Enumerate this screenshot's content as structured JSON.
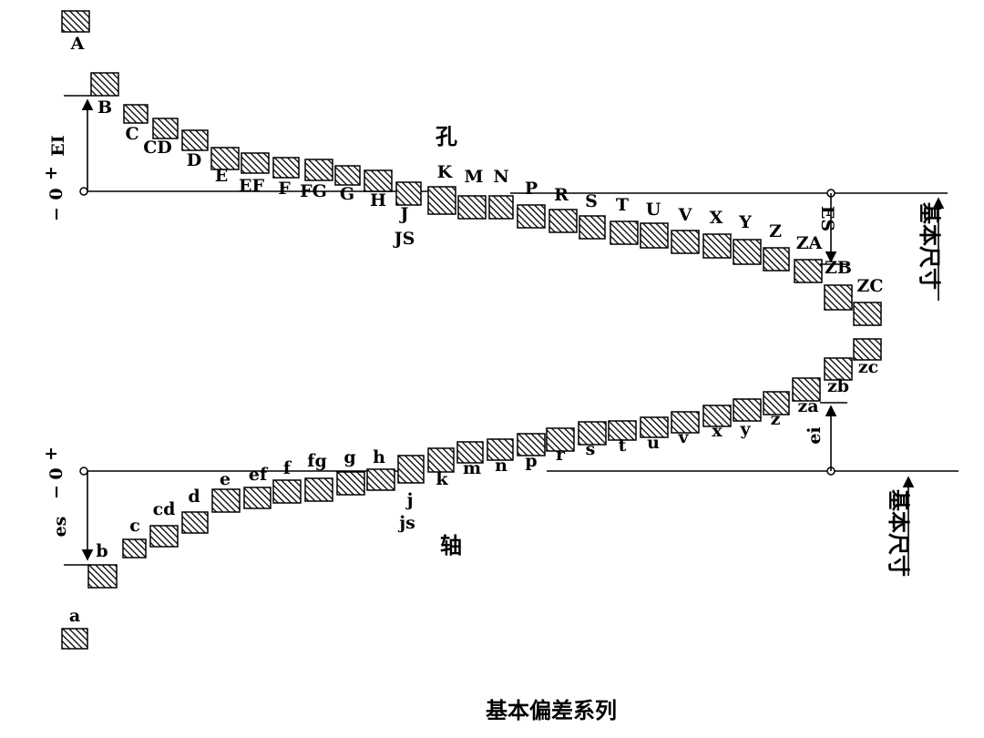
{
  "holes": {
    "series": [
      "A",
      "B",
      "C",
      "CD",
      "D",
      "E",
      "EF",
      "F",
      "FG",
      "G",
      "H",
      "J",
      "K",
      "M",
      "N",
      "P",
      "R",
      "S",
      "T",
      "U",
      "V",
      "X",
      "Y",
      "Z",
      "ZA",
      "ZB",
      "ZC"
    ],
    "extra_label": "JS",
    "title": "孔",
    "deviation_upper": "EI",
    "deviation_lower": "ES",
    "sign_plus": "+",
    "zero": "0",
    "sign_minus": "−",
    "basic_size": "基本尺寸"
  },
  "shafts": {
    "series": [
      "a",
      "b",
      "c",
      "cd",
      "d",
      "e",
      "ef",
      "f",
      "fg",
      "g",
      "h",
      "j",
      "k",
      "m",
      "n",
      "p",
      "r",
      "s",
      "t",
      "u",
      "v",
      "x",
      "y",
      "z",
      "za",
      "zb",
      "zc"
    ],
    "extra_label": "js",
    "title": "轴",
    "deviation_upper": "es",
    "deviation_lower": "ei",
    "sign_plus": "+",
    "zero": "0",
    "sign_minus": "−",
    "basic_size": "基本尺寸"
  },
  "caption": "基本偏差系列",
  "colors": {
    "ink": "#000000",
    "background": "#ffffff"
  }
}
